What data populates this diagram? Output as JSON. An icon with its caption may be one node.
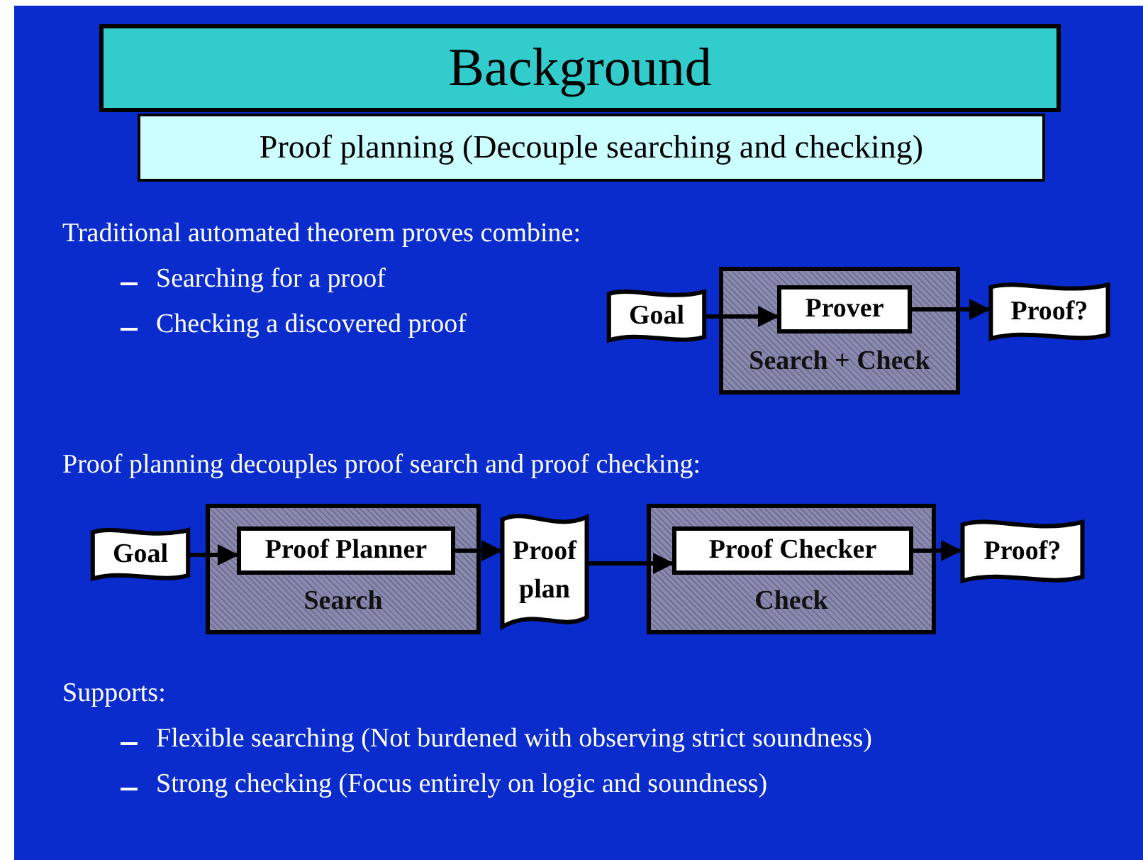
{
  "diagram": {
    "title": "Background",
    "nodes": [
      {
        "text": [
          "Goal"
        ]
      },
      {
        "text": [
          "Search + Check"
        ]
      },
      {
        "text": [
          "Prover"
        ],
        "in": 1
      },
      {
        "text": [
          "Proof?"
        ]
      },
      {
        "text": [
          "Goal"
        ]
      },
      {
        "text": [
          "Search"
        ]
      },
      {
        "text": [
          "Proof Planner"
        ],
        "in": 5
      },
      {
        "text": [
          "Proof plan"
        ]
      },
      {
        "text": [
          "Check"
        ]
      },
      {
        "text": [
          "Proof Checker"
        ],
        "in": 8
      },
      {
        "text": [
          "Proof?"
        ]
      }
    ],
    "edges": [
      {
        "from": 0,
        "to": 2,
        "arrow": "to"
      },
      {
        "from": 2,
        "to": 3,
        "arrow": "to"
      },
      {
        "from": 4,
        "to": 6,
        "arrow": "to"
      },
      {
        "from": 6,
        "to": 7,
        "arrow": "to"
      },
      {
        "from": 7,
        "to": 9,
        "arrow": "to"
      },
      {
        "from": 9,
        "to": 10,
        "arrow": "to"
      }
    ],
    "labels": [
      "Proof planning (Decouple searching and checking)",
      "Traditional automated theorem proves combine:",
      "Searching for a proof",
      "Checking a discovered proof",
      "Proof planning decouples proof search and proof checking:",
      "Supports:",
      "Flexible searching (Not burdened with observing strict soundness)",
      "Strong checking (Focus entirely on logic and soundness)"
    ]
  }
}
